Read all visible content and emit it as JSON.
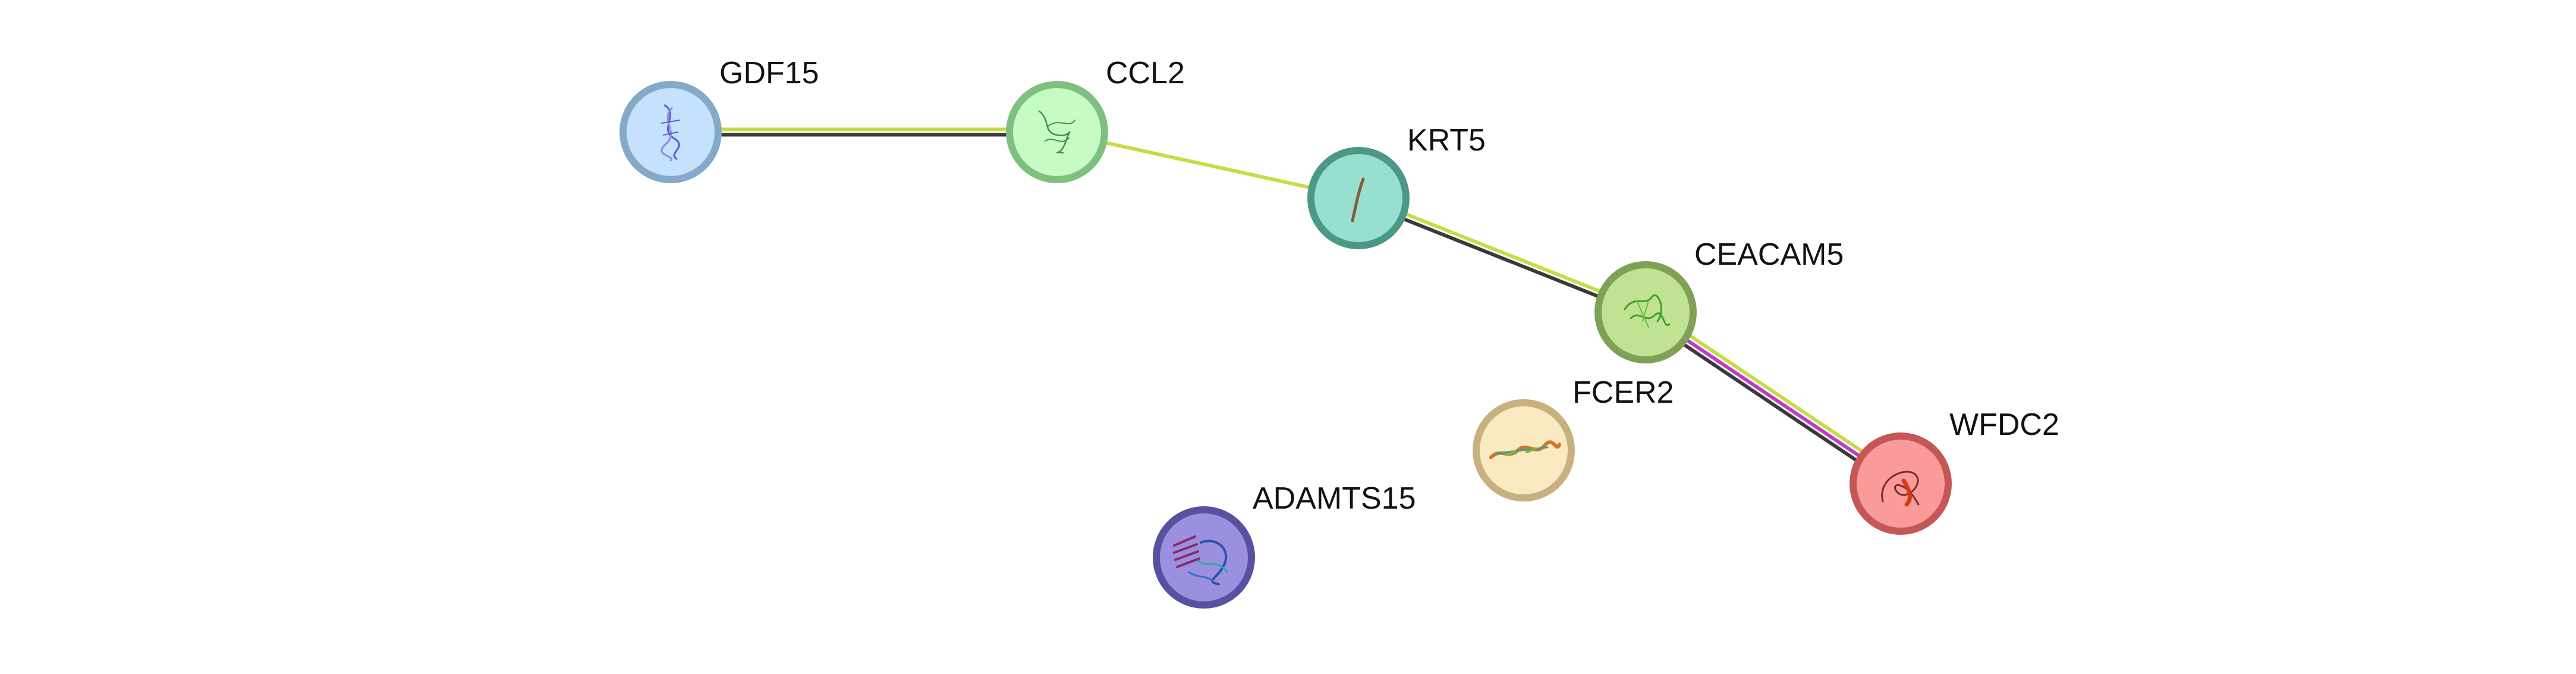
{
  "network": {
    "nodes": [
      {
        "id": "gdf15",
        "label": "GDF15",
        "fill": "#c5e1fb",
        "stroke": "#84a9c9",
        "glyph": "beta-strand-protein-icon",
        "glyph_color": "#5a5ad0"
      },
      {
        "id": "ccl2",
        "label": "CCL2",
        "fill": "#c6fbc3",
        "stroke": "#7fc07e",
        "glyph": "coil-protein-icon",
        "glyph_color": "#4a8a4a"
      },
      {
        "id": "krt5",
        "label": "KRT5",
        "fill": "#97e0cf",
        "stroke": "#4a9885",
        "glyph": "helix-fiber-icon",
        "glyph_color": "#8a5a3a"
      },
      {
        "id": "ceacam5",
        "label": "CEACAM5",
        "fill": "#c2e293",
        "stroke": "#7ea155",
        "glyph": "immunoglobulin-fold-icon",
        "glyph_color": "#3ea12a"
      },
      {
        "id": "fcer2",
        "label": "FCER2",
        "fill": "#fbe9c1",
        "stroke": "#c8b07f",
        "glyph": "coiled-coil-icon",
        "glyph_color": "#d0762a"
      },
      {
        "id": "wfdc2",
        "label": "WFDC2",
        "fill": "#fb9a9a",
        "stroke": "#c55757",
        "glyph": "loop-fold-icon",
        "glyph_color": "#d63a16"
      },
      {
        "id": "adamts15",
        "label": "ADAMTS15",
        "fill": "#9b8fe0",
        "stroke": "#5850a0",
        "glyph": "metalloprotease-domain-icon",
        "glyph_color": "#2f4fa8"
      }
    ],
    "edges": [
      {
        "source": "gdf15",
        "target": "ccl2",
        "evidence": [
          "text-mining",
          "co-expression"
        ]
      },
      {
        "source": "ccl2",
        "target": "krt5",
        "evidence": [
          "text-mining"
        ]
      },
      {
        "source": "krt5",
        "target": "ceacam5",
        "evidence": [
          "text-mining",
          "co-expression"
        ]
      },
      {
        "source": "ceacam5",
        "target": "wfdc2",
        "evidence": [
          "text-mining",
          "experiments",
          "co-expression"
        ]
      }
    ],
    "evidence_colors": {
      "text-mining": "#c6dc45",
      "co-expression": "#3a3a3a",
      "experiments": "#c13ac8"
    }
  }
}
